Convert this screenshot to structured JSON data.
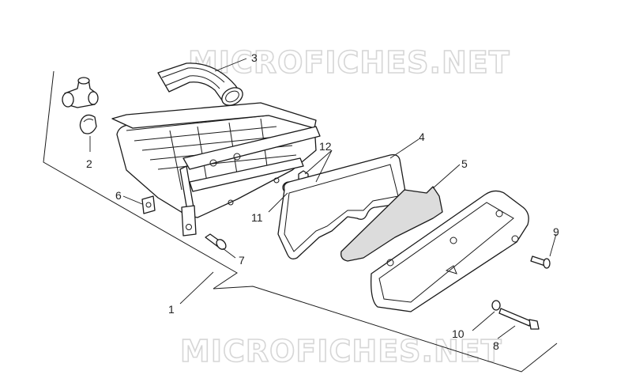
{
  "watermarks": [
    "MICROFICHES.NET",
    "MICROFICHES.NET"
  ],
  "callouts": [
    {
      "id": "1",
      "label": "1"
    },
    {
      "id": "2",
      "label": "2"
    },
    {
      "id": "3",
      "label": "3"
    },
    {
      "id": "4",
      "label": "4"
    },
    {
      "id": "5",
      "label": "5"
    },
    {
      "id": "6",
      "label": "6"
    },
    {
      "id": "7",
      "label": "7"
    },
    {
      "id": "8",
      "label": "8"
    },
    {
      "id": "9",
      "label": "9"
    },
    {
      "id": "10",
      "label": "10"
    },
    {
      "id": "11",
      "label": "11"
    },
    {
      "id": "12",
      "label": "12"
    }
  ]
}
